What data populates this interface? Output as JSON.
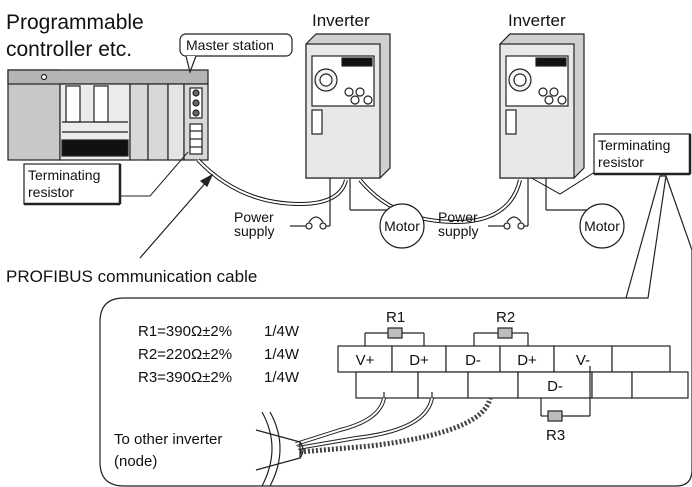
{
  "title": {
    "line1": "Programmable",
    "line2": "controller etc."
  },
  "master_station_label": "Master station",
  "inverters": [
    {
      "label": "Inverter"
    },
    {
      "label": "Inverter"
    }
  ],
  "terminating_resistor": {
    "left": {
      "line1": "Terminating",
      "line2": "resistor"
    },
    "right": {
      "line1": "Terminating",
      "line2": "resistor"
    }
  },
  "power_supply": [
    {
      "line1": "Power",
      "line2": "supply"
    },
    {
      "line1": "Power",
      "line2": "supply"
    }
  ],
  "motors": [
    {
      "label": "Motor"
    },
    {
      "label": "Motor"
    }
  ],
  "cable_label": "PROFIBUS communication cable",
  "resistor_specs": [
    {
      "name": "R1=390Ω±2%",
      "rating": "1/4W"
    },
    {
      "name": "R2=220Ω±2%",
      "rating": "1/4W"
    },
    {
      "name": "R3=390Ω±2%",
      "rating": "1/4W"
    }
  ],
  "resistor_tags": {
    "r1": "R1",
    "r2": "R2",
    "r3": "R3"
  },
  "terminal_top": [
    "V+",
    "D+",
    "D-",
    "D+",
    "V-"
  ],
  "terminal_bottom": [
    "D-"
  ],
  "other_inverter": {
    "line1": "To other inverter",
    "line2": "(node)"
  }
}
